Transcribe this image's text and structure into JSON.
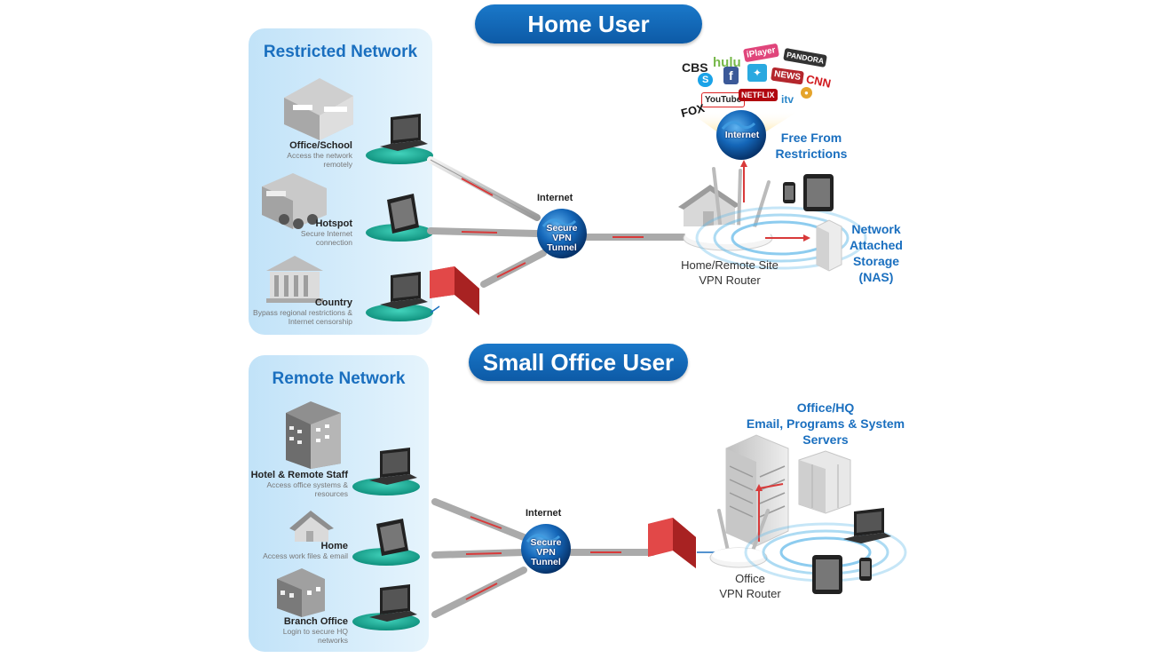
{
  "sections": {
    "home": {
      "title": "Home User",
      "panel_title": "Restricted Network",
      "clients": [
        {
          "title": "Office/School",
          "desc": "Access the network remotely",
          "desc1": "Access the network",
          "desc2": "remotely"
        },
        {
          "title": "Hotspot",
          "desc1": "Secure Internet",
          "desc2": "connection"
        },
        {
          "title": "Country",
          "desc1": "Bypass regional restrictions &",
          "desc2": "Internet censorship"
        }
      ],
      "internet_label": "Internet",
      "tunnel_label_1": "Secure",
      "tunnel_label_2": "VPN Tunnel",
      "router_label_1": "Home/Remote Site",
      "router_label_2": "VPN Router",
      "cloud_globe_label": "Internet",
      "free_label_1": "Free From",
      "free_label_2": "Restrictions",
      "nas_label_1": "Network",
      "nas_label_2": "Attached",
      "nas_label_3": "Storage",
      "nas_label_4": "(NAS)",
      "logos": [
        "CBS",
        "hulu",
        "iPlayer",
        "PANDORA",
        "f",
        "NEWS",
        "CNN",
        "YouTube",
        "NETFLIX",
        "FOX",
        "itv"
      ]
    },
    "office": {
      "title": "Small Office User",
      "panel_title": "Remote Network",
      "clients": [
        {
          "title": "Hotel & Remote Staff",
          "desc1": "Access office systems &",
          "desc2": "resources"
        },
        {
          "title": "Home",
          "desc1": "Access  work files & email",
          "desc2": ""
        },
        {
          "title": "Branch Office",
          "desc1": "Login to secure HQ",
          "desc2": "networks"
        }
      ],
      "internet_label": "Internet",
      "tunnel_label_1": "Secure",
      "tunnel_label_2": "VPN Tunnel",
      "hq_label_1": "Office/HQ",
      "hq_label_2": "Email, Programs & System",
      "hq_label_3": "Servers",
      "router_label_1": "Office",
      "router_label_2": "VPN Router"
    }
  },
  "colors": {
    "accent_blue": "#1a6fbf",
    "pill_blue": "#0d5aa6",
    "panel_blue": "#cfe9f9",
    "firewall_red": "#d83a3a",
    "disc_green": "#1fae9a"
  }
}
